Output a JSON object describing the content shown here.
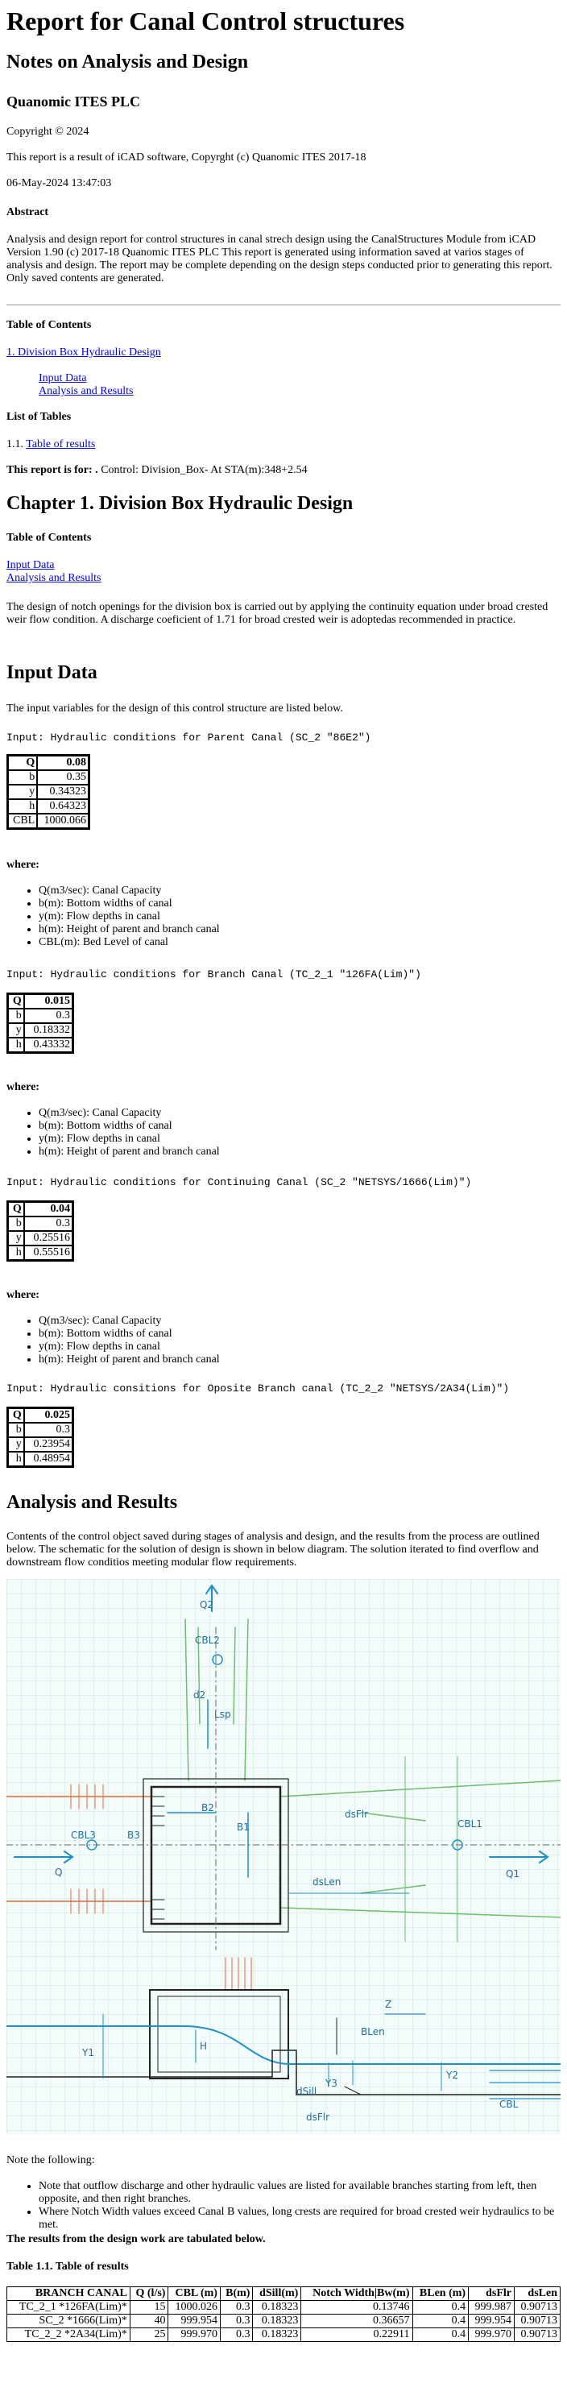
{
  "header": {
    "title": "Report for Canal Control structures",
    "subtitle": "Notes on Analysis and Design",
    "company": "Quanomic ITES PLC",
    "copyright": "Copyright © 2024",
    "software_note": "This report is a result of iCAD software, Copyrght (c) Quanomic ITES 2017-18",
    "date": "06-May-2024 13:47:03"
  },
  "abstract": {
    "heading": "Abstract",
    "text": "Analysis and design report for control structures in canal strech design using the CanalStructures Module from iCAD Version 1.90 (c) 2017-18 Quanomic ITES PLC This report is generated using information saved at varios stages of analysis and design. The report may be complete depending on the design steps conducted prior to generating this report. Only saved contents are generated."
  },
  "toc": {
    "heading": "Table of Contents",
    "chapter_link": "1. Division Box Hydraulic Design",
    "sub_links": [
      "Input Data",
      "Analysis and Results"
    ]
  },
  "lot": {
    "heading": "List of Tables",
    "prefix": "1.1.",
    "link": "Table of results"
  },
  "report_for": {
    "label": "This report is for: .",
    "value": " Control: Division_Box- At STA(m):348+2.54"
  },
  "chapter": {
    "title": "Chapter 1.  Division Box Hydraulic Design",
    "toc_heading": "Table of Contents",
    "toc_links": [
      "Input Data",
      "Analysis and Results"
    ],
    "intro": "The design of notch openings for the division box is carried out by applying the continuity equation under broad crested weir flow condition. A discharge coeficient of 1.71 for broad crested weir is adoptedas recommended in practice."
  },
  "input": {
    "heading": "Input Data",
    "intro": "The input variables for the design of this control structure are listed below.",
    "where": "where:",
    "parent": {
      "caption": "Input: Hydraulic conditions for Parent Canal (SC_2 \"86E2\")",
      "rows": [
        {
          "k": "Q",
          "v": "0.08"
        },
        {
          "k": "b",
          "v": "0.35"
        },
        {
          "k": "y",
          "v": "0.34323"
        },
        {
          "k": "h",
          "v": "0.64323"
        },
        {
          "k": "CBL",
          "v": "1000.066"
        }
      ],
      "legend": [
        "Q(m3/sec): Canal Capacity",
        "b(m): Bottom widths of canal",
        "y(m): Flow depths in canal",
        "h(m): Height of parent and branch canal",
        "CBL(m): Bed Level of canal"
      ]
    },
    "branch": {
      "caption": "Input: Hydraulic conditions for Branch Canal (TC_2_1 \"126FA(Lim)\")",
      "rows": [
        {
          "k": "Q",
          "v": "0.015"
        },
        {
          "k": "b",
          "v": "0.3"
        },
        {
          "k": "y",
          "v": "0.18332"
        },
        {
          "k": "h",
          "v": "0.43332"
        }
      ],
      "legend": [
        "Q(m3/sec): Canal Capacity",
        "b(m): Bottom widths of canal",
        "y(m): Flow depths in canal",
        "h(m): Height of parent and branch canal"
      ]
    },
    "continuing": {
      "caption": "Input: Hydraulic conditions for Continuing  Canal (SC_2 \"NETSYS/1666(Lim)\")",
      "rows": [
        {
          "k": "Q",
          "v": "0.04"
        },
        {
          "k": "b",
          "v": "0.3"
        },
        {
          "k": "y",
          "v": "0.25516"
        },
        {
          "k": "h",
          "v": "0.55516"
        }
      ],
      "legend": [
        "Q(m3/sec): Canal Capacity",
        "b(m): Bottom widths of canal",
        "y(m): Flow depths in canal",
        "h(m): Height of parent and branch canal"
      ]
    },
    "opposite": {
      "caption": "Input: Hydraulic consitions for Oposite Branch canal (TC_2_2 \"NETSYS/2A34(Lim)\")",
      "rows": [
        {
          "k": "Q",
          "v": "0.025"
        },
        {
          "k": "b",
          "v": "0.3"
        },
        {
          "k": "y",
          "v": "0.23954"
        },
        {
          "k": "h",
          "v": "0.48954"
        }
      ]
    }
  },
  "analysis": {
    "heading": "Analysis and Results",
    "intro": "Contents of the control object saved during stages of analysis and design, and the results from the process are outlined below. The schematic for the solution of design is shown in below diagram. The solution iterated to find overflow and downstream flow conditios meeting modular flow requirements.",
    "diagram_labels": {
      "q2": "Q2",
      "cbl2": "CBL2",
      "d2": "d2",
      "lsp": "Lsp",
      "b2": "B2",
      "b1": "B1",
      "dsflr": "dsFlr",
      "cbl1": "CBL1",
      "q1": "Q1",
      "cbl3": "CBL3",
      "b3": "B3",
      "q": "Q",
      "dslen": "dsLen",
      "blen": "BLen",
      "y1": "Y1",
      "h": "H",
      "y3": "Y3",
      "y2": "Y2",
      "dsill": "dSill",
      "z": "Z",
      "cbl": "CBL"
    },
    "note_heading": "Note the following:",
    "notes": [
      "Note that outflow discharge and other hydraulic values are listed for available branches starting from left, then opposite, and then right branches.",
      "Where Notch Width values exceed Canal B values, long crests are required for broad crested weir hydraulics to be met."
    ],
    "results_lead": "The results from the design work are tabulated below.",
    "table_caption": "Table 1.1. Table of results",
    "results": {
      "headers": [
        "BRANCH CANAL",
        "Q (l/s)",
        "CBL (m)",
        "B(m)",
        "dSill(m)",
        "Notch Width|Bw(m)",
        "BLen (m)",
        "dsFlr",
        "dsLen"
      ],
      "rows": [
        [
          "TC_2_1 *126FA(Lim)*",
          "15",
          "1000.026",
          "0.3",
          "0.18323",
          "0.13746",
          "0.4",
          "999.987",
          "0.90713"
        ],
        [
          "SC_2 *1666(Lim)*",
          "40",
          "999.954",
          "0.3",
          "0.18323",
          "0.36657",
          "0.4",
          "999.954",
          "0.90713"
        ],
        [
          "TC_2_2 *2A34(Lim)*",
          "25",
          "999.970",
          "0.3",
          "0.18323",
          "0.22911",
          "0.4",
          "999.970",
          "0.90713"
        ]
      ]
    }
  },
  "colors": {
    "link": "#0000ee",
    "sketch_blue": "#1e90c8",
    "sketch_green": "#6cbf6c",
    "sketch_orange": "#e06a3a",
    "grid": "#cfe3e3"
  }
}
